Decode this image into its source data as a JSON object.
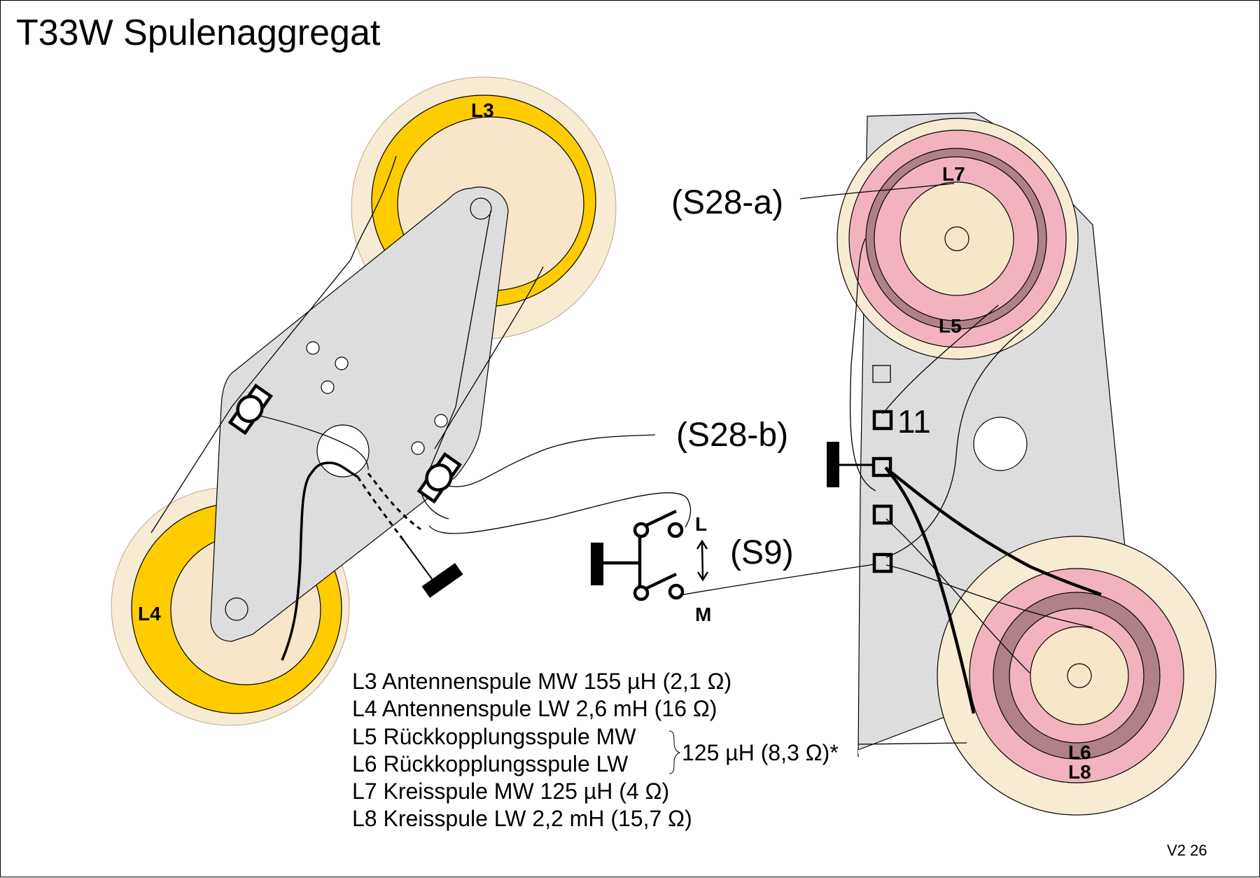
{
  "title": "T33W Spulenaggregat",
  "colors": {
    "plate": "#dcdcdc",
    "coil_outer": "#f8ebd3",
    "coil_yellow": "#ffcc00",
    "coil_inner": "#f7e6c8",
    "coil_pink": "#f2b3be",
    "coil_dark": "#b08088"
  },
  "coils": {
    "L3": "L3",
    "L4": "L4",
    "L5": "L5",
    "L6": "L6",
    "L7": "L7",
    "L8": "L8"
  },
  "switch_labels": {
    "s28a": "(S28-a)",
    "s28b": "(S28-b)",
    "s9": "(S9)",
    "pos_l": "L",
    "pos_m": "M"
  },
  "pin_label": "11",
  "legend": {
    "items": [
      "L3 Antennenspule MW 155 µH (2,1 Ω)",
      "L4 Antennenspule LW 2,6 mH (16 Ω)",
      "L5 Rückkopplungsspule MW",
      "L6 Rückkopplungsspule LW",
      "L7 Kreisspule MW 125 µH (4 Ω)",
      "L8 Kreisspule LW 2,2 mH (15,7 Ω)"
    ],
    "bracket_value": "125 µH (8,3 Ω)*"
  },
  "version": "V2 26"
}
